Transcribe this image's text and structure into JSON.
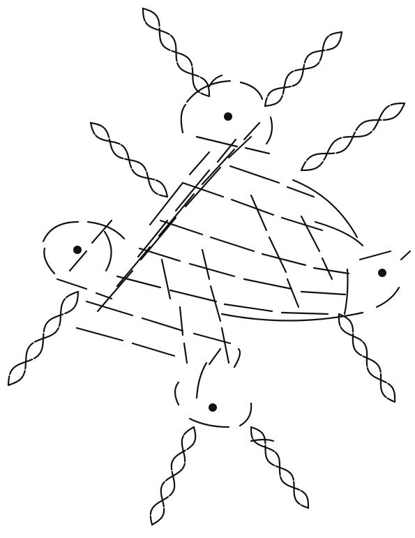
{
  "diagram": {
    "kind": "knot-diagram",
    "ink_color": "#111111",
    "background_color": "#ffffff",
    "marked_points": 4,
    "strand_arms": 8
  }
}
